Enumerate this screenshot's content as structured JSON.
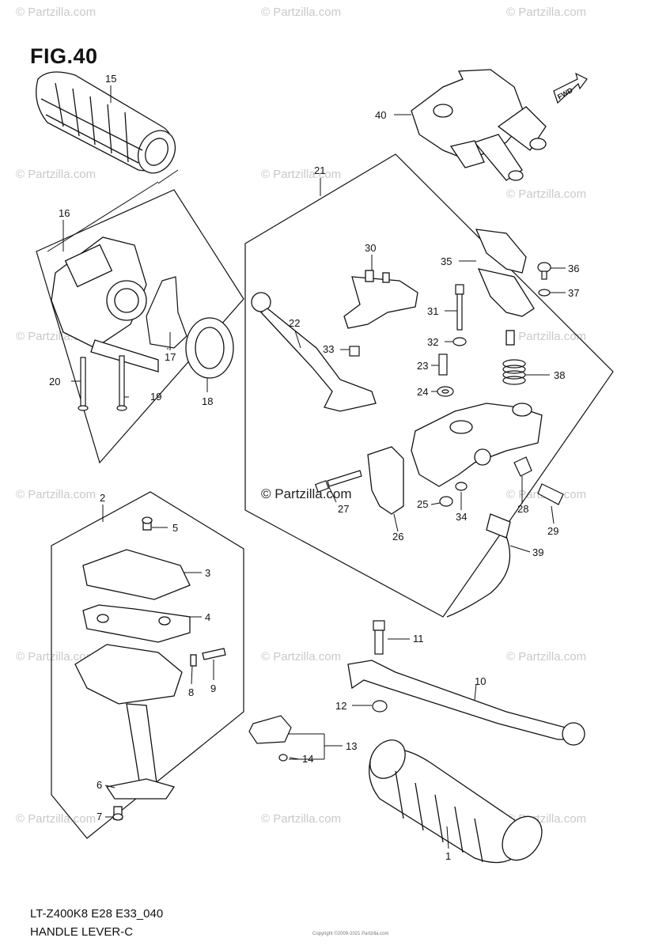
{
  "figure_title": "FIG.40",
  "footer": {
    "model_code": "LT-Z400K8 E28 E33_040",
    "diagram_name": "HANDLE LEVER-C"
  },
  "watermark": "© Partzilla.com",
  "fwd_label": "FWD",
  "copyright_note": "Copyright ©2009-2021 Partzilla.com",
  "callouts": {
    "c1": "1",
    "c2": "2",
    "c3": "3",
    "c4": "4",
    "c5": "5",
    "c6": "6",
    "c7": "7",
    "c8": "8",
    "c9": "9",
    "c10": "10",
    "c11": "11",
    "c12": "12",
    "c13": "13",
    "c14": "14",
    "c15": "15",
    "c16": "16",
    "c17": "17",
    "c18": "18",
    "c19": "19",
    "c20": "20",
    "c21": "21",
    "c22": "22",
    "c23": "23",
    "c24": "24",
    "c25": "25",
    "c26": "26",
    "c27": "27",
    "c28": "28",
    "c29": "29",
    "c30": "30",
    "c31": "31",
    "c32": "32",
    "c33": "33",
    "c34": "34",
    "c35": "35",
    "c36": "36",
    "c37": "37",
    "c38": "38",
    "c39": "39",
    "c40": "40"
  }
}
